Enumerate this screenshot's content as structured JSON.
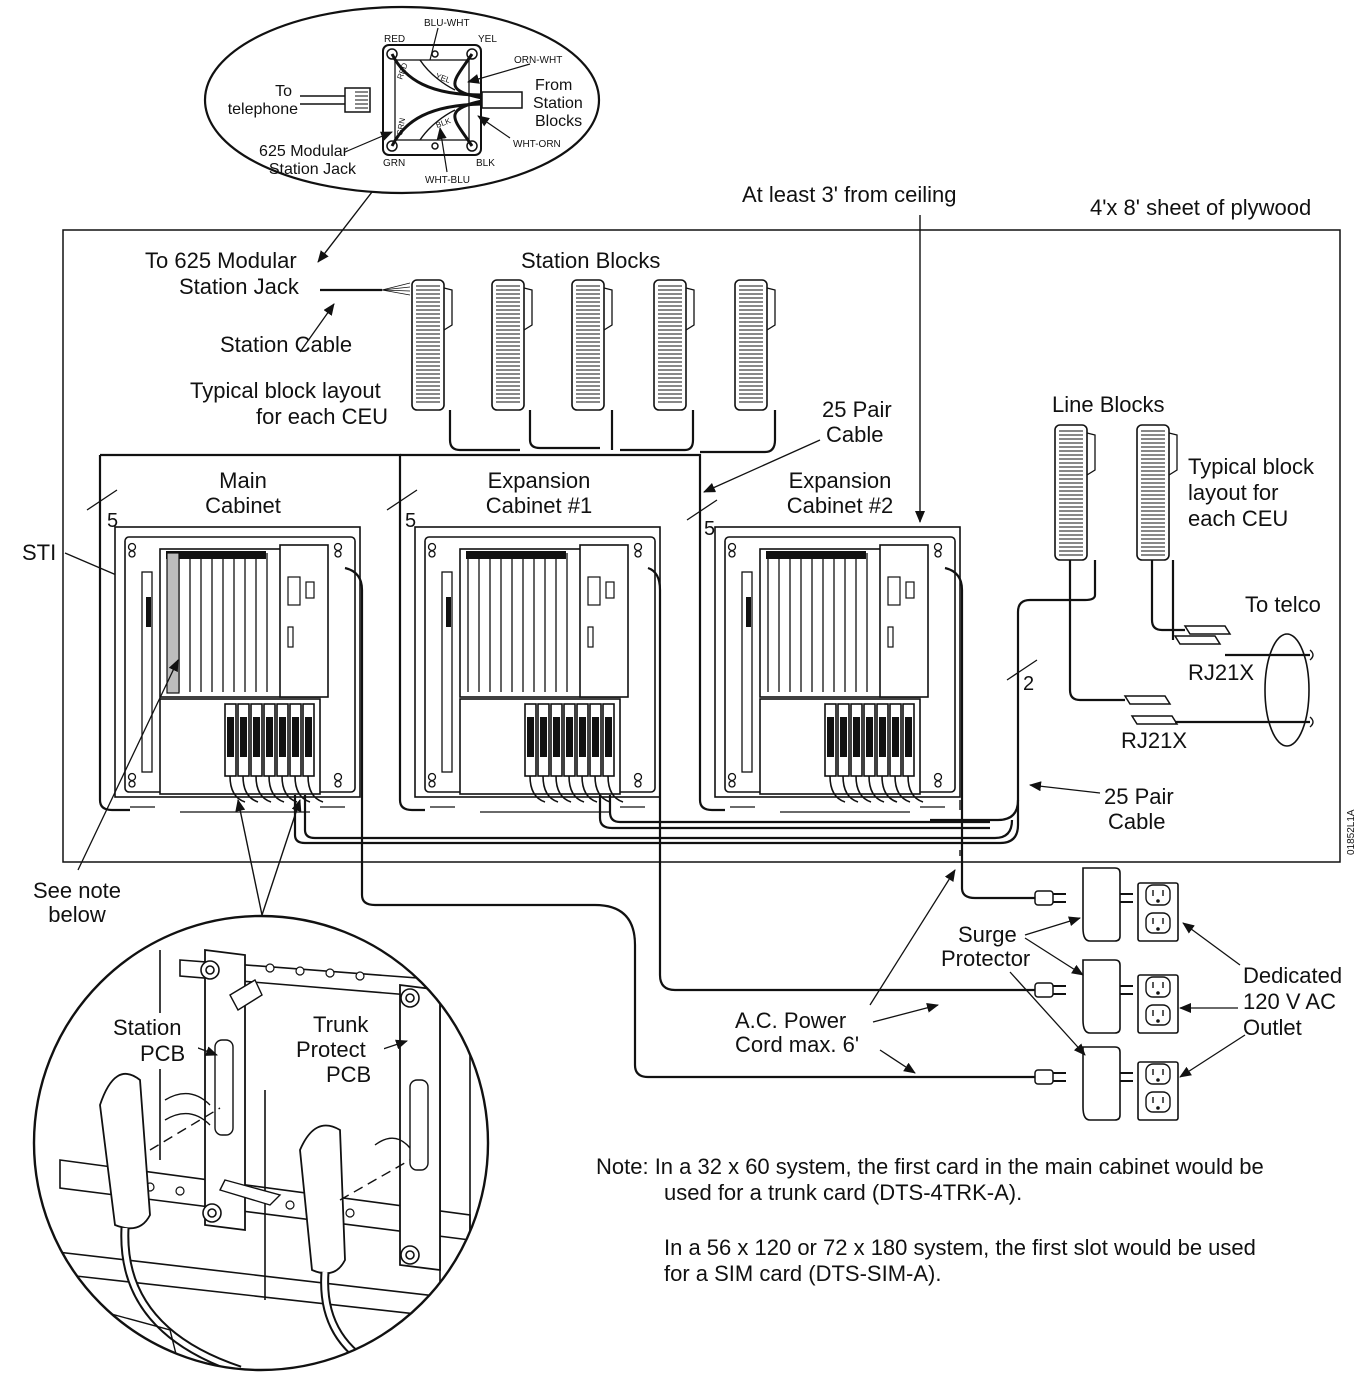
{
  "jack_detail": {
    "red": "RED",
    "blu_wht": "BLU-WHT",
    "yel_top": "YEL",
    "red_wire": "RED",
    "yel_wire": "YEL",
    "orn_wht": "ORN-WHT",
    "to_telephone": "To\ntelephone",
    "from_station_blocks": "From\nStation\nBlocks",
    "grn_wire": "GRN",
    "blk_wire": "BLK",
    "wht_orn": "WHT-ORN",
    "modular_jack": "625 Modular\nStation Jack",
    "grn": "GRN",
    "blk": "BLK",
    "wht_blu": "WHT-BLU"
  },
  "header": {
    "ceiling_note": "At least 3' from ceiling",
    "plywood_note": "4'x 8' sheet of plywood"
  },
  "backboard": {
    "to_jack": "To 625 Modular\nStation Jack",
    "station_blocks": "Station Blocks",
    "station_cable": "Station Cable",
    "typical_block_left": "Typical block layout\nfor each CEU",
    "pair_cable_top": "25 Pair\nCable",
    "line_blocks": "Line Blocks",
    "typical_block_right": "Typical block\nlayout for\neach CEU",
    "main_cabinet": "Main\nCabinet",
    "expansion_1": "Expansion\nCabinet #1",
    "expansion_2": "Expansion\nCabinet #2",
    "count_5a": "5",
    "count_5b": "5",
    "count_5c": "5",
    "count_2": "2",
    "sti": "STI",
    "to_telco": "To telco",
    "rj21x_a": "RJ21X",
    "rj21x_b": "RJ21X",
    "pair_cable_bottom": "25 Pair\nCable",
    "drawing_id": "01852L1A"
  },
  "power": {
    "see_note": "See note\nbelow",
    "surge_protector": "Surge\nProtector",
    "ac_cord": "A.C. Power\nCord max. 6'",
    "outlet": "Dedicated\n120 V AC\nOutlet"
  },
  "pcb_detail": {
    "station_pcb": "Station\nPCB",
    "trunk_pcb": "Trunk\nProtect\nPCB"
  },
  "note": {
    "line1": "Note: In a 32 x 60 system, the first card in the main cabinet would be",
    "line2": "used for a trunk card (DTS-4TRK-A).",
    "line3": "In a 56 x 120 or 72 x 180 system, the first slot would be used",
    "line4": "for a SIM card (DTS-SIM-A)."
  }
}
